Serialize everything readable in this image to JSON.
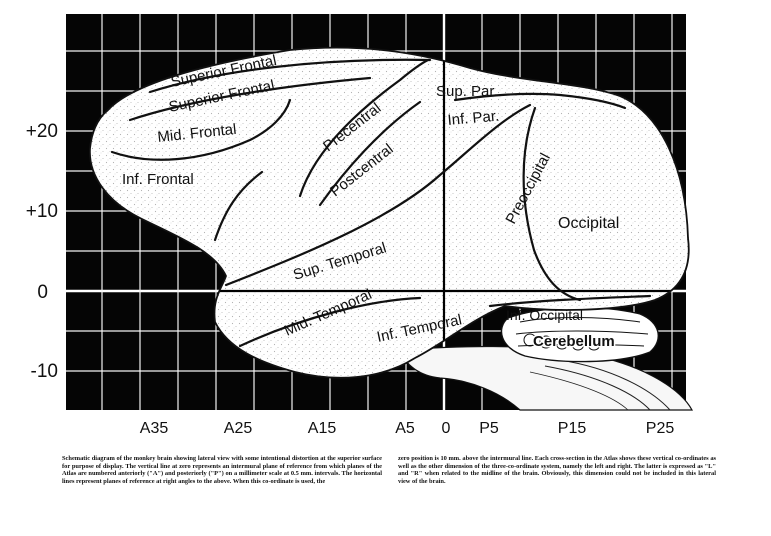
{
  "axes": {
    "y_ticks": [
      "+20",
      "+10",
      "0",
      "-10"
    ],
    "x_ticks": [
      "A35",
      "A25",
      "A15",
      "A5",
      "0",
      "P5",
      "P15",
      "P25"
    ]
  },
  "regions": {
    "superior_frontal_outer": "Superior Frontal",
    "superior_frontal_inner": "Superior Frontal",
    "mid_frontal": "Mid. Frontal",
    "inf_frontal": "Inf. Frontal",
    "precentral": "Precentral",
    "postcentral": "Postcentral",
    "sup_par": "Sup. Par.",
    "inf_par": "Inf. Par.",
    "preoccipital": "Preoccipital",
    "occipital": "Occipital",
    "sup_temporal": "Sup. Temporal",
    "mid_temporal": "Mid. Temporal",
    "inf_temporal": "Inf. Temporal",
    "inf_occipital": "Inf. Occipital",
    "cerebellum": "Cerebellum"
  },
  "caption": {
    "left": "Schematic diagram of the monkey brain showing lateral view with some intentional distortion at the superior surface for purpose of display. The vertical line at zero represents an intermural plane of reference from which planes of the Atlas are numbered anteriorly (\"A\") and posteriorly (\"P\") on a millimeter scale at 0.5 mm. intervals. The horizontal lines represent planes of reference at right angles to the above. When this co-ordinate is used, the",
    "right": "zero position is 10 mm. above the intermural line. Each cross-section in the Atlas shows these vertical co-ordinates as well as the other dimension of the three-co-ordinate system, namely the left and right. The latter is expressed as \"L\" and \"R\" when related to the midline of the brain. Obviously, this dimension could not be included in this lateral view of the brain."
  }
}
